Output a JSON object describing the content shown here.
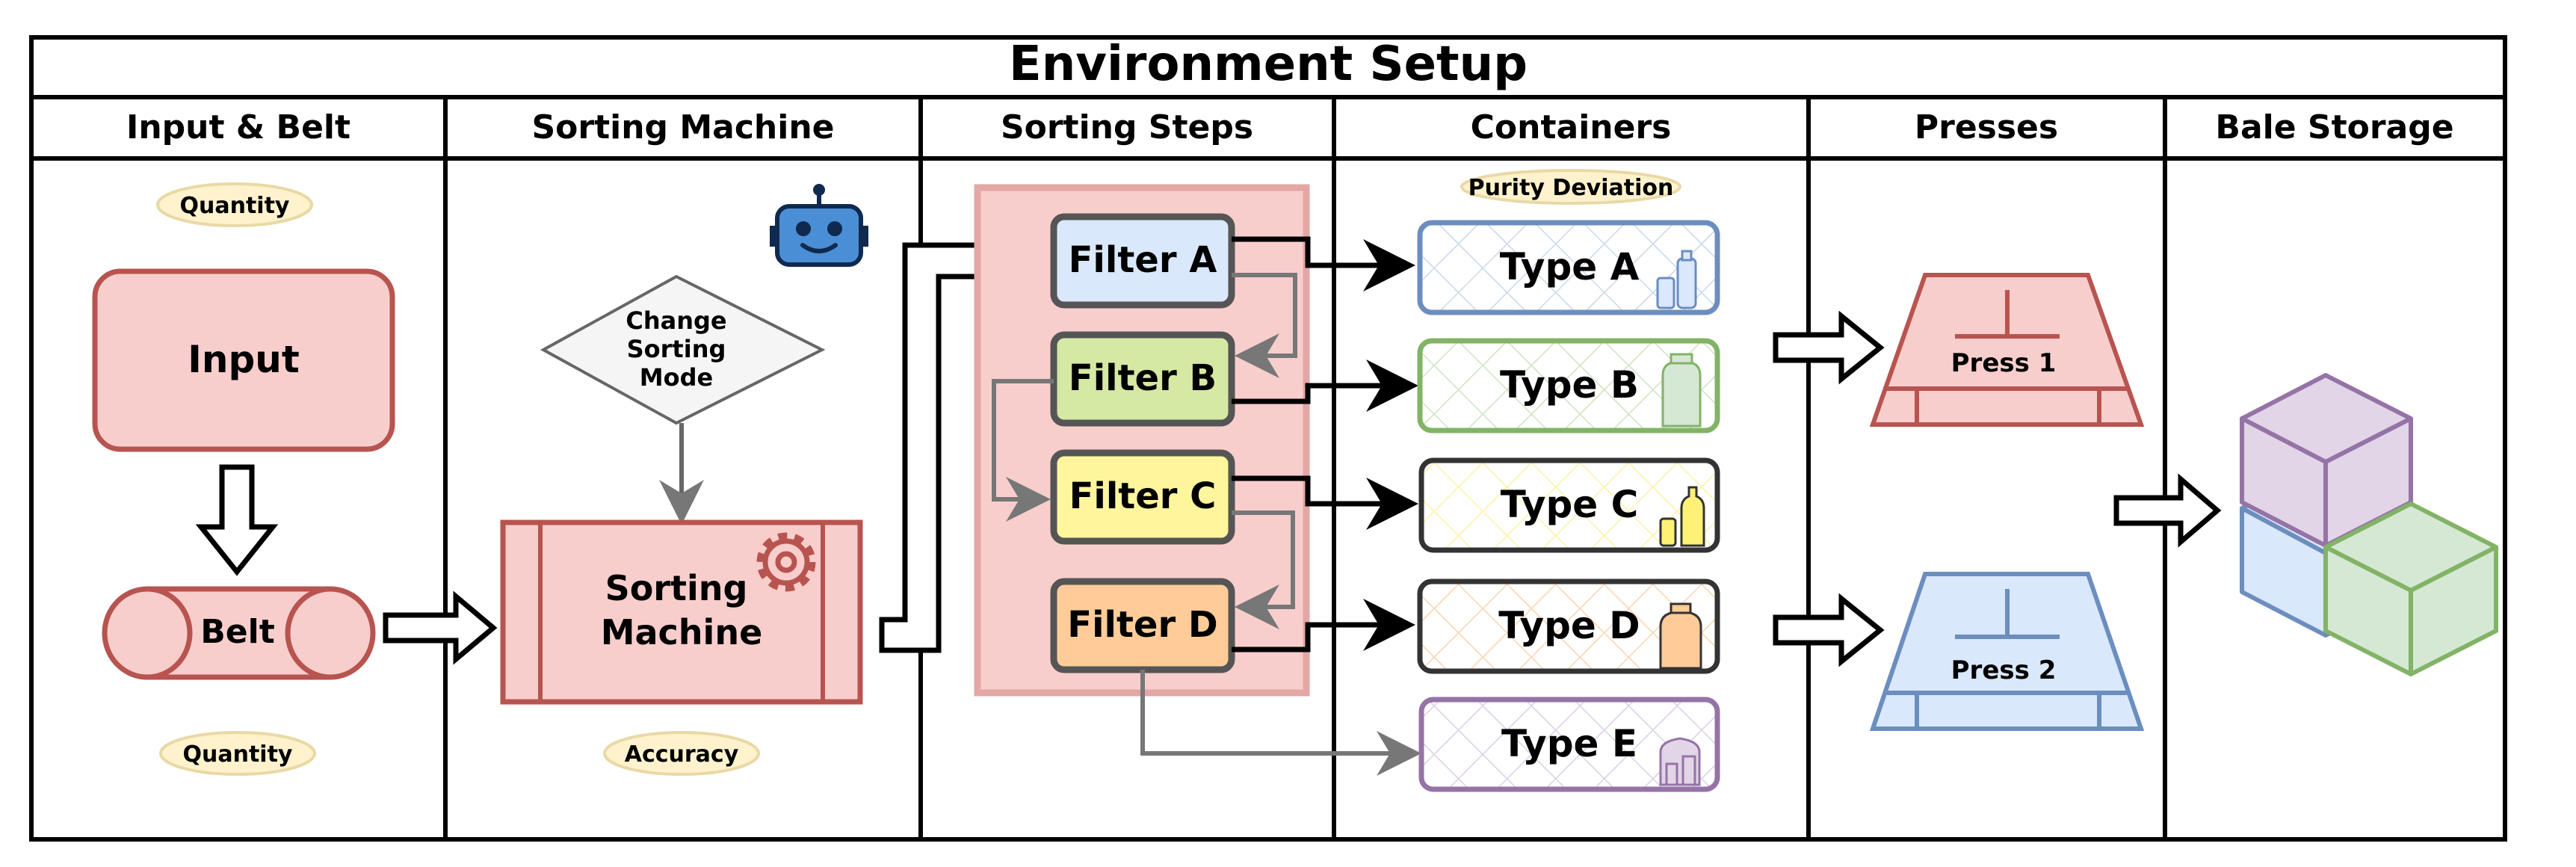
{
  "title": "Environment Setup",
  "columns": [
    {
      "header": "Input & Belt"
    },
    {
      "header": "Sorting Machine"
    },
    {
      "header": "Sorting Steps"
    },
    {
      "header": "Containers"
    },
    {
      "header": "Presses"
    },
    {
      "header": "Bale Storage"
    }
  ],
  "input_belt": {
    "quantity_top": "Quantity",
    "input_label": "Input",
    "belt_label": "Belt",
    "quantity_bottom": "Quantity"
  },
  "sorting_machine": {
    "decision": [
      "Change",
      "Sorting",
      "Mode"
    ],
    "machine": [
      "Sorting",
      "Machine"
    ],
    "accuracy": "Accuracy"
  },
  "sorting_steps": {
    "filters": [
      {
        "label": "Filter A",
        "color": "#dae8fc"
      },
      {
        "label": "Filter B",
        "color": "#d5e8a4"
      },
      {
        "label": "Filter C",
        "color": "#fff59d"
      },
      {
        "label": "Filter D",
        "color": "#ffcc99"
      }
    ]
  },
  "containers": {
    "purity": "Purity Deviation",
    "items": [
      {
        "label": "Type A",
        "color": "#6c8ebf"
      },
      {
        "label": "Type B",
        "color": "#82b366"
      },
      {
        "label": "Type C",
        "color": "#333333"
      },
      {
        "label": "Type D",
        "color": "#333333"
      },
      {
        "label": "Type E",
        "color": "#9673a6"
      }
    ]
  },
  "presses": {
    "items": [
      {
        "label": "Press 1",
        "fill": "#f8cecc",
        "stroke": "#b85450"
      },
      {
        "label": "Press 2",
        "fill": "#dae8fc",
        "stroke": "#6c8ebf"
      }
    ]
  },
  "colors": {
    "red_fill": "#f8cecc",
    "red_stroke": "#b85450",
    "badge_fill": "#fff2cc",
    "badge_stroke": "#d6b656"
  }
}
